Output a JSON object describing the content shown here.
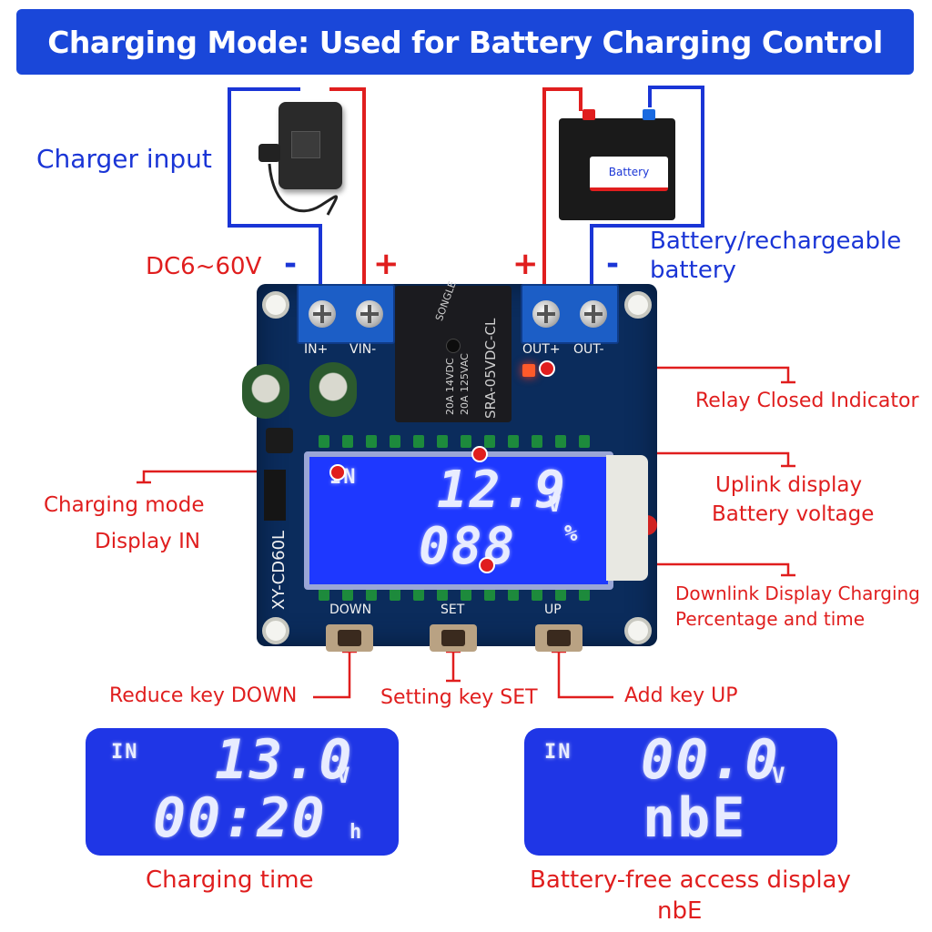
{
  "banner": {
    "title": "Charging Mode: Used for Battery Charging Control"
  },
  "labels": {
    "charger_input": "Charger input",
    "dc_range": "DC6~60V",
    "left_minus": "-",
    "left_plus": "+",
    "right_plus": "+",
    "right_minus": "-",
    "battery_line1": "Battery/rechargeable",
    "battery_line2": "battery",
    "relay_indicator": "Relay Closed Indicator",
    "charging_mode_line1": "Charging mode",
    "charging_mode_line2": "Display IN",
    "uplink_line1": "Uplink display",
    "uplink_line2": "Battery voltage",
    "downlink_line1": "Downlink Display Charging",
    "downlink_line2": "Percentage and time",
    "reduce_key": "Reduce key DOWN",
    "setting_key": "Setting key SET",
    "add_key": "Add key UP",
    "charging_time": "Charging time",
    "battery_free_line1": "Battery-free access display",
    "battery_free_line2": "nbE"
  },
  "battery_sticker": "Battery",
  "board": {
    "terminal_in_plus": "IN+",
    "terminal_vin_minus": "VIN-",
    "terminal_out_plus": "OUT+",
    "terminal_out_minus": "OUT-",
    "model": "XY-CD60L",
    "relay_brand": "SONGLE",
    "relay_model": "SRA-05VDC-CL",
    "relay_rating1": "20A 14VDC",
    "relay_rating2": "20A 125VAC",
    "btn_down": "DOWN",
    "btn_set": "SET",
    "btn_up": "UP"
  },
  "lcd_main": {
    "mode": "IN",
    "top_value": "12.9",
    "top_unit": "V",
    "bottom_value": "088",
    "bottom_unit": "%"
  },
  "lcd_left": {
    "mode": "IN",
    "top_value": "13.0",
    "top_unit": "V",
    "bottom_value": "00:20",
    "bottom_unit": "h"
  },
  "lcd_right": {
    "mode": "IN",
    "top_value": "00.0",
    "top_unit": "V",
    "bottom_value": "nbE"
  },
  "colors": {
    "banner_blue": "#1a47d9",
    "wire_red": "#e01e1e",
    "wire_blue": "#1a35d6",
    "lcd_blue": "#1f36e6"
  }
}
